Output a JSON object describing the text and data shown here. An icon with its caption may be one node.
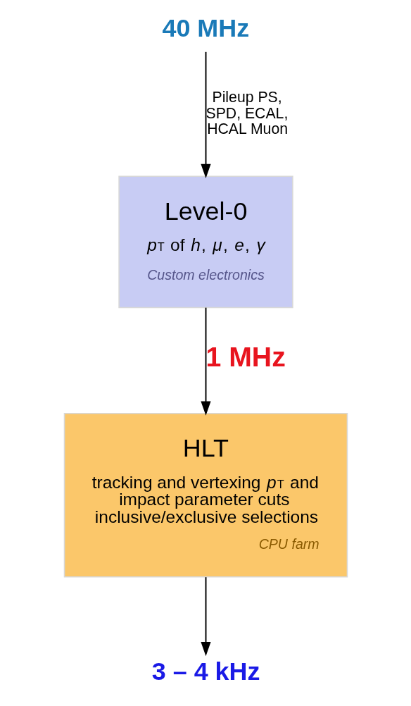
{
  "diagram": {
    "nodes": [
      {
        "text": [
          "40 MHz"
        ]
      },
      {
        "text": [
          "Level-0",
          "*p*$_{T}$ of *h*, *μ*, *e*, *γ*",
          "Custom electronics"
        ]
      },
      {
        "text": [
          "HLT",
          "tracking and vertexing *p*$_{T}$ and impact parameter cuts inclusive/exclusive selections",
          "CPU farm"
        ]
      },
      {
        "text": [
          "3 – 4 kHz"
        ]
      }
    ],
    "edges": [
      {
        "from": 0,
        "to": 1,
        "arrow": "to",
        "label": "Pileup PS, SPD, ECAL, HCAL Muon"
      },
      {
        "from": 1,
        "to": 2,
        "arrow": "to",
        "label": "1 MHz"
      },
      {
        "from": 2,
        "to": 3,
        "arrow": "to"
      }
    ]
  }
}
